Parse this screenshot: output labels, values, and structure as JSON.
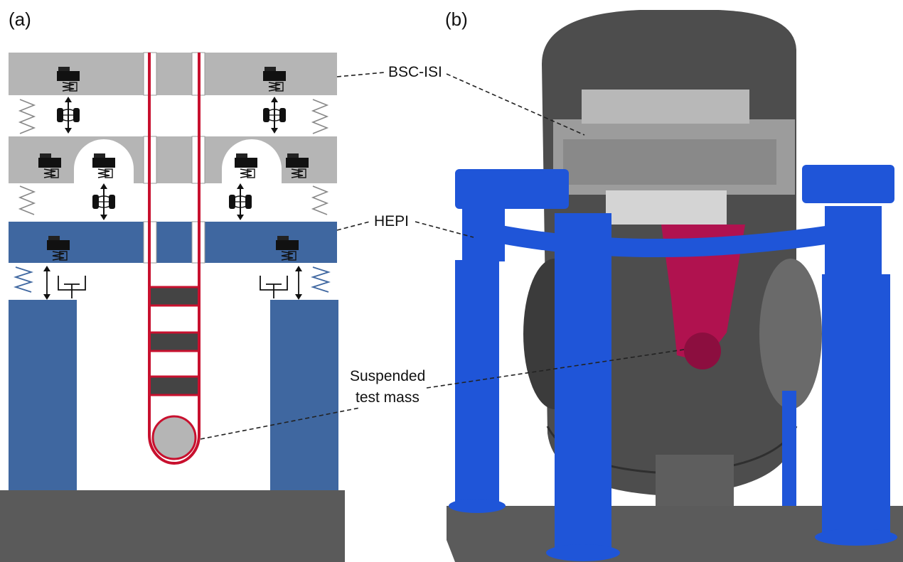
{
  "panels": {
    "a": {
      "label": "(a)"
    },
    "b": {
      "label": "(b)"
    }
  },
  "callouts": {
    "bsc_isi": "BSC-ISI",
    "hepi": "HEPI",
    "test_mass_line1": "Suspended",
    "test_mass_line2": "test mass"
  },
  "colors": {
    "isi_stage_gray": "#b5b5b5",
    "hepi_blue_schematic": "#3f67a0",
    "suspension_red": "#c8102e",
    "ground_dark": "#5a5a5a",
    "chamber_gray": "#4d4d4d",
    "hepi_blue_render": "#1f55d8",
    "suspension_magenta": "#b0124f"
  }
}
